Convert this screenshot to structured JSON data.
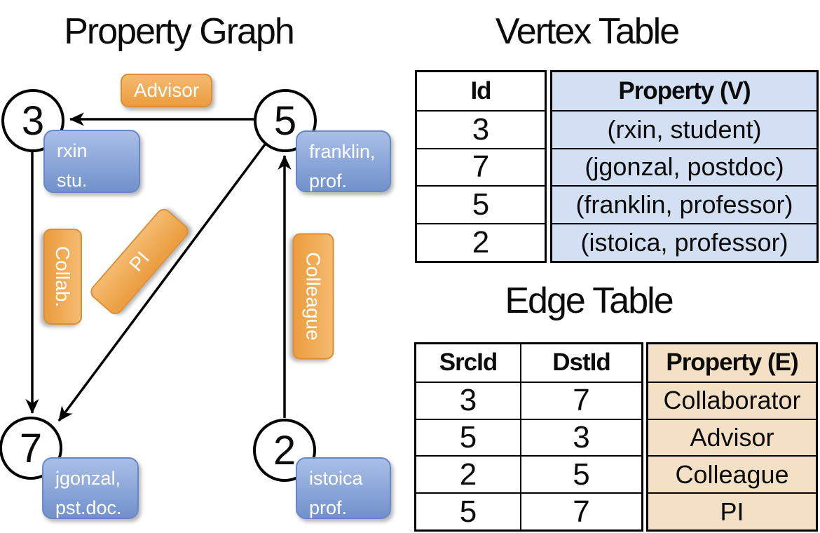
{
  "colors": {
    "edge_label_orange": "#ee9f45",
    "vertex_label_blue": "#89a4d8",
    "vertex_table_cell_blue": "#d3dff2",
    "edge_table_cell_tan": "#f4e0c5",
    "line_black": "#000000"
  },
  "graph": {
    "title": "Property Graph",
    "nodes": [
      {
        "id": "3",
        "lines": [
          "rxin",
          "stu."
        ]
      },
      {
        "id": "5",
        "lines": [
          "franklin,",
          "prof."
        ]
      },
      {
        "id": "7",
        "lines": [
          "jgonzal,",
          "pst.doc."
        ]
      },
      {
        "id": "2",
        "lines": [
          "istoica",
          "prof."
        ]
      }
    ],
    "edge_labels": {
      "advisor": "Advisor",
      "collab": "Collab.",
      "pi": "PI",
      "colleague": "Colleague"
    }
  },
  "vertex_table": {
    "title": "Vertex Table",
    "columns": [
      "Id",
      "Property (V)"
    ],
    "rows": [
      [
        "3",
        "(rxin, student)"
      ],
      [
        "7",
        "(jgonzal, postdoc)"
      ],
      [
        "5",
        "(franklin, professor)"
      ],
      [
        "2",
        "(istoica, professor)"
      ]
    ]
  },
  "edge_table": {
    "title": "Edge Table",
    "columns": [
      "SrcId",
      "DstId",
      "Property (E)"
    ],
    "rows": [
      [
        "3",
        "7",
        "Collaborator"
      ],
      [
        "5",
        "3",
        "Advisor"
      ],
      [
        "2",
        "5",
        "Colleague"
      ],
      [
        "5",
        "7",
        "PI"
      ]
    ]
  }
}
